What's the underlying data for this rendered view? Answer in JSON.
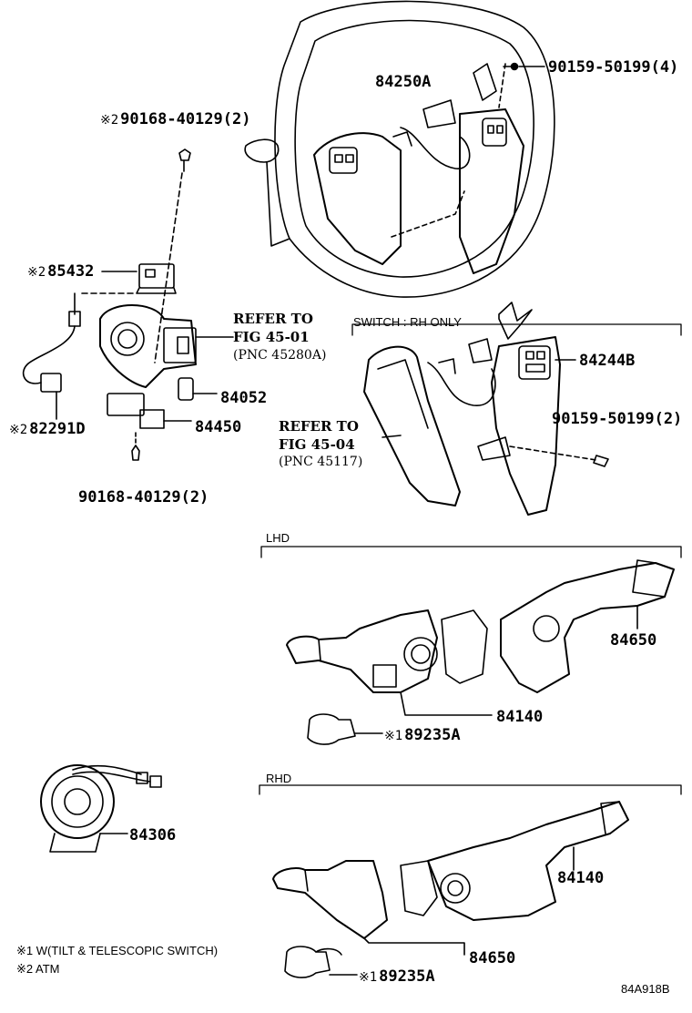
{
  "labels": {
    "p90159_top": "90159-50199(4)",
    "p84250A": "84250A",
    "p90168_top": "90168-40129(2)",
    "p85432": "85432",
    "p82291D": "82291D",
    "p84052": "84052",
    "p84450": "84450",
    "p90168_bot": "90168-40129(2)",
    "p84244B": "84244B",
    "p90159_mid": "90159-50199(2)",
    "p84650_lhd": "84650",
    "p84140_lhd": "84140",
    "p89235A_lhd": "89235A",
    "p84306": "84306",
    "p84140_rhd": "84140",
    "p84650_rhd": "84650",
    "p89235A_rhd": "89235A"
  },
  "marks": {
    "m1": "※1",
    "m2": "※2"
  },
  "refs": {
    "ref1_line1": "REFER TO",
    "ref1_line2": "FIG 45-01",
    "ref1_line3": "(PNC 45280A)",
    "ref2_line1": "REFER TO",
    "ref2_line2": "FIG 45-04",
    "ref2_line3": "(PNC 45117)"
  },
  "sections": {
    "switch_rh": "SWITCH : RH ONLY",
    "lhd": "LHD",
    "rhd": "RHD"
  },
  "notes": {
    "note1": "※1 W(TILT & TELESCOPIC SWITCH)",
    "note2": "※2 ATM"
  },
  "figure_id": "84A918B"
}
